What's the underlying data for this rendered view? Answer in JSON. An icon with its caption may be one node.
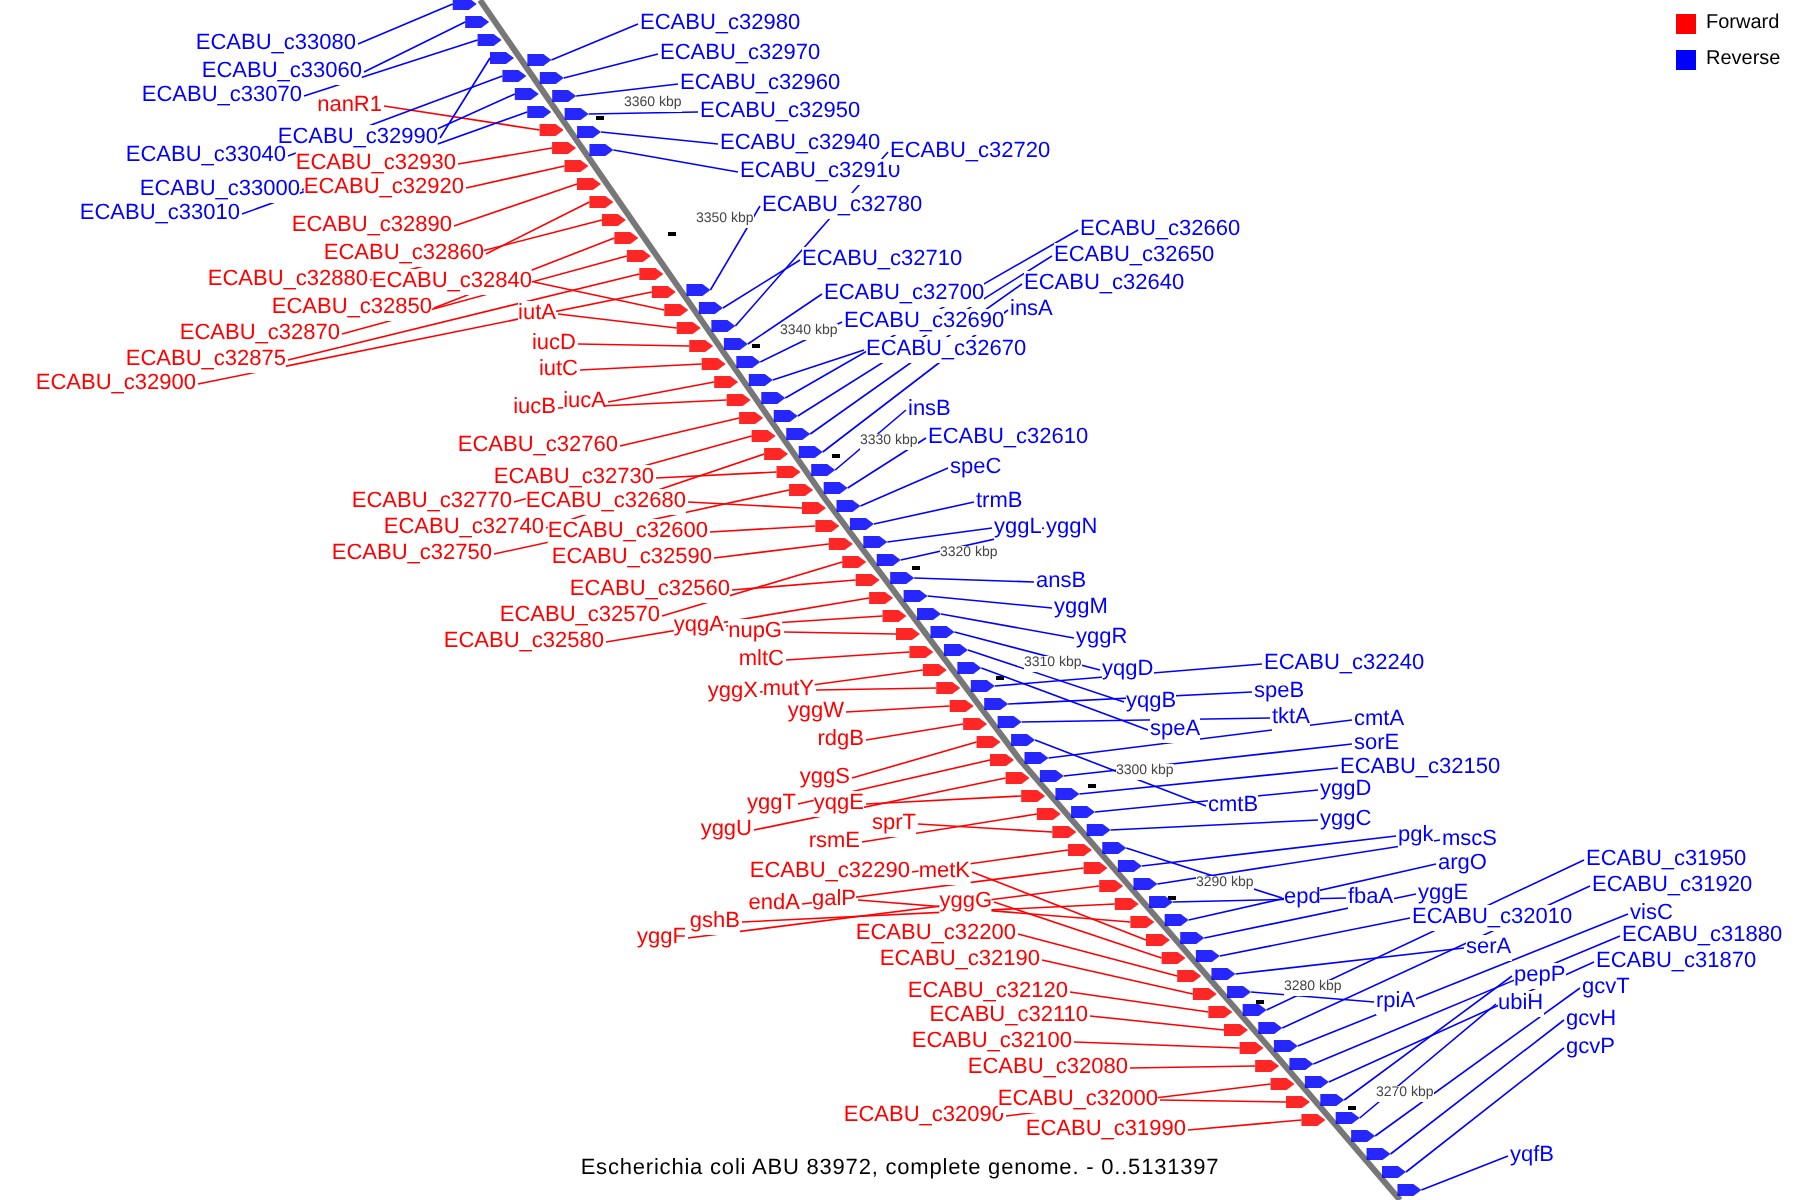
{
  "diagram": {
    "caption": "Escherichia coli ABU 83972, complete genome. - 0..5131397",
    "nodes": [
      {
        "text": [
          "ECABU_c33080"
        ]
      },
      {
        "text": [
          "ECABU_c33060"
        ]
      },
      {
        "text": [
          "ECABU_c33070"
        ]
      },
      {
        "text": [
          "nanR1"
        ]
      },
      {
        "text": [
          "ECABU_c32990"
        ]
      },
      {
        "text": [
          "ECABU_c33040"
        ]
      },
      {
        "text": [
          "ECABU_c32930"
        ]
      },
      {
        "text": [
          "ECABU_c33000"
        ]
      },
      {
        "text": [
          "ECABU_c32920"
        ]
      },
      {
        "text": [
          "ECABU_c33010"
        ]
      },
      {
        "text": [
          "ECABU_c32890"
        ]
      },
      {
        "text": [
          "ECABU_c32860"
        ]
      },
      {
        "text": [
          "ECABU_c32880"
        ]
      },
      {
        "text": [
          "ECABU_c32840"
        ]
      },
      {
        "text": [
          "ECABU_c32850"
        ]
      },
      {
        "text": [
          "ECABU_c32870"
        ]
      },
      {
        "text": [
          "ECABU_c32875"
        ]
      },
      {
        "text": [
          "ECABU_c32900"
        ]
      },
      {
        "text": [
          "iutA"
        ]
      },
      {
        "text": [
          "iucD"
        ]
      },
      {
        "text": [
          "iutC"
        ]
      },
      {
        "text": [
          "iucB"
        ]
      },
      {
        "text": [
          "iucA"
        ]
      },
      {
        "text": [
          "ECABU_c32760"
        ]
      },
      {
        "text": [
          "ECABU_c32730"
        ]
      },
      {
        "text": [
          "ECABU_c32770"
        ]
      },
      {
        "text": [
          "ECABU_c32680"
        ]
      },
      {
        "text": [
          "ECABU_c32740"
        ]
      },
      {
        "text": [
          "ECABU_c32750"
        ]
      },
      {
        "text": [
          "ECABU_c32600"
        ]
      },
      {
        "text": [
          "ECABU_c32590"
        ]
      },
      {
        "text": [
          "ECABU_c32560"
        ]
      },
      {
        "text": [
          "ECABU_c32570"
        ]
      },
      {
        "text": [
          "ECABU_c32580"
        ]
      },
      {
        "text": [
          "yqgA"
        ]
      },
      {
        "text": [
          "nupG"
        ]
      },
      {
        "text": [
          "mltC"
        ]
      },
      {
        "text": [
          "yggX"
        ]
      },
      {
        "text": [
          "mutY"
        ]
      },
      {
        "text": [
          "yggW"
        ]
      },
      {
        "text": [
          "rdgB"
        ]
      },
      {
        "text": [
          "yggS"
        ]
      },
      {
        "text": [
          "yggT"
        ]
      },
      {
        "text": [
          "yqgE"
        ]
      },
      {
        "text": [
          "yggU"
        ]
      },
      {
        "text": [
          "rsmE"
        ]
      },
      {
        "text": [
          "sprT"
        ]
      },
      {
        "text": [
          "ECABU_c32290"
        ]
      },
      {
        "text": [
          "metK"
        ]
      },
      {
        "text": [
          "endA"
        ]
      },
      {
        "text": [
          "galP"
        ]
      },
      {
        "text": [
          "gshB"
        ]
      },
      {
        "text": [
          "yggF"
        ]
      },
      {
        "text": [
          "yggG"
        ]
      },
      {
        "text": [
          "ECABU_c32200"
        ]
      },
      {
        "text": [
          "ECABU_c32190"
        ]
      },
      {
        "text": [
          "ECABU_c32120"
        ]
      },
      {
        "text": [
          "ECABU_c32110"
        ]
      },
      {
        "text": [
          "ECABU_c32100"
        ]
      },
      {
        "text": [
          "ECABU_c32080"
        ]
      },
      {
        "text": [
          "ECABU_c32090"
        ]
      },
      {
        "text": [
          "ECABU_c32000"
        ]
      },
      {
        "text": [
          "ECABU_c31990"
        ]
      },
      {
        "text": [
          "ECABU_c32980"
        ]
      },
      {
        "text": [
          "ECABU_c32970"
        ]
      },
      {
        "text": [
          "ECABU_c32960"
        ]
      },
      {
        "text": [
          "ECABU_c32950"
        ]
      },
      {
        "text": [
          "ECABU_c32940"
        ]
      },
      {
        "text": [
          "ECABU_c32910"
        ]
      },
      {
        "text": [
          "ECABU_c32720"
        ]
      },
      {
        "text": [
          "ECABU_c32780"
        ]
      },
      {
        "text": [
          "ECABU_c32710"
        ]
      },
      {
        "text": [
          "ECABU_c32700"
        ]
      },
      {
        "text": [
          "ECABU_c32690"
        ]
      },
      {
        "text": [
          "ECABU_c32670"
        ]
      },
      {
        "text": [
          "ECABU_c32660"
        ]
      },
      {
        "text": [
          "ECABU_c32650"
        ]
      },
      {
        "text": [
          "ECABU_c32640"
        ]
      },
      {
        "text": [
          "insA"
        ]
      },
      {
        "text": [
          "insB"
        ]
      },
      {
        "text": [
          "ECABU_c32610"
        ]
      },
      {
        "text": [
          "speC"
        ]
      },
      {
        "text": [
          "trmB"
        ]
      },
      {
        "text": [
          "yggL"
        ]
      },
      {
        "text": [
          "yggN"
        ]
      },
      {
        "text": [
          "ansB"
        ]
      },
      {
        "text": [
          "yggM"
        ]
      },
      {
        "text": [
          "yggR"
        ]
      },
      {
        "text": [
          "yqgD"
        ]
      },
      {
        "text": [
          "yqgB"
        ]
      },
      {
        "text": [
          "speA"
        ]
      },
      {
        "text": [
          "ECABU_c32240"
        ]
      },
      {
        "text": [
          "speB"
        ]
      },
      {
        "text": [
          "tktA"
        ]
      },
      {
        "text": [
          "cmtA"
        ]
      },
      {
        "text": [
          "sorE"
        ]
      },
      {
        "text": [
          "ECABU_c32150"
        ]
      },
      {
        "text": [
          "yggD"
        ]
      },
      {
        "text": [
          "yggC"
        ]
      },
      {
        "text": [
          "cmtB"
        ]
      },
      {
        "text": [
          "pgk"
        ]
      },
      {
        "text": [
          "mscS"
        ]
      },
      {
        "text": [
          "argO"
        ]
      },
      {
        "text": [
          "yggE"
        ]
      },
      {
        "text": [
          "ECABU_c32010"
        ]
      },
      {
        "text": [
          "epd"
        ]
      },
      {
        "text": [
          "fbaA"
        ]
      },
      {
        "text": [
          "serA"
        ]
      },
      {
        "text": [
          "rpiA"
        ]
      },
      {
        "text": [
          "ECABU_c31950"
        ]
      },
      {
        "text": [
          "ECABU_c31920"
        ]
      },
      {
        "text": [
          "visC"
        ]
      },
      {
        "text": [
          "ECABU_c31880"
        ]
      },
      {
        "text": [
          "ECABU_c31870"
        ]
      },
      {
        "text": [
          "pepP"
        ]
      },
      {
        "text": [
          "ubiH"
        ]
      },
      {
        "text": [
          "gcvT"
        ]
      },
      {
        "text": [
          "gcvH"
        ]
      },
      {
        "text": [
          "gcvP"
        ]
      },
      {
        "text": [
          "yqfB"
        ]
      },
      {
        "text": [],
        "shape": "arrow"
      },
      {
        "text": [],
        "shape": "arrow"
      },
      {
        "text": [],
        "shape": "arrow"
      },
      {
        "text": [],
        "shape": "arrow"
      },
      {
        "text": [],
        "shape": "arrow"
      },
      {
        "text": [],
        "shape": "arrow"
      },
      {
        "text": [],
        "shape": "arrow"
      },
      {
        "text": [],
        "shape": "arrow"
      },
      {
        "text": [],
        "shape": "arrow"
      },
      {
        "text": [],
        "shape": "arrow"
      },
      {
        "text": [],
        "shape": "arrow"
      },
      {
        "text": [],
        "shape": "arrow"
      },
      {
        "text": [],
        "shape": "arrow"
      },
      {
        "text": [],
        "shape": "arrow"
      },
      {
        "text": [],
        "shape": "arrow"
      },
      {
        "text": [],
        "shape": "arrow"
      },
      {
        "text": [],
        "shape": "arrow"
      },
      {
        "text": [],
        "shape": "arrow"
      },
      {
        "text": [],
        "shape": "arrow"
      },
      {
        "text": [],
        "shape": "arrow"
      },
      {
        "text": [],
        "shape": "arrow"
      },
      {
        "text": [],
        "shape": "arrow"
      },
      {
        "text": [],
        "shape": "arrow"
      },
      {
        "text": [],
        "shape": "arrow"
      },
      {
        "text": [],
        "shape": "arrow"
      },
      {
        "text": [],
        "shape": "arrow"
      },
      {
        "text": [],
        "shape": "arrow"
      },
      {
        "text": [],
        "shape": "arrow"
      },
      {
        "text": [],
        "shape": "arrow"
      },
      {
        "text": [],
        "shape": "arrow"
      },
      {
        "text": [],
        "shape": "arrow"
      },
      {
        "text": [],
        "shape": "arrow"
      },
      {
        "text": [],
        "shape": "arrow"
      },
      {
        "text": [],
        "shape": "arrow"
      },
      {
        "text": [],
        "shape": "arrow"
      },
      {
        "text": [],
        "shape": "arrow"
      },
      {
        "text": [],
        "shape": "arrow"
      },
      {
        "text": [],
        "shape": "arrow"
      },
      {
        "text": [],
        "shape": "arrow"
      },
      {
        "text": [],
        "shape": "arrow"
      },
      {
        "text": [],
        "shape": "arrow"
      },
      {
        "text": [],
        "shape": "arrow"
      },
      {
        "text": [],
        "shape": "arrow"
      },
      {
        "text": [],
        "shape": "arrow"
      },
      {
        "text": [],
        "shape": "arrow"
      },
      {
        "text": [],
        "shape": "arrow"
      },
      {
        "text": [],
        "shape": "arrow"
      },
      {
        "text": [],
        "shape": "arrow"
      },
      {
        "text": [],
        "shape": "arrow"
      },
      {
        "text": [],
        "shape": "arrow"
      },
      {
        "text": [],
        "shape": "arrow"
      },
      {
        "text": [],
        "shape": "arrow"
      },
      {
        "text": [],
        "shape": "arrow"
      },
      {
        "text": [],
        "shape": "arrow"
      },
      {
        "text": [],
        "shape": "arrow"
      },
      {
        "text": [],
        "shape": "arrow"
      },
      {
        "text": [],
        "shape": "arrow"
      },
      {
        "text": [],
        "shape": "arrow"
      },
      {
        "text": [],
        "shape": "arrow"
      },
      {
        "text": [],
        "shape": "arrow"
      },
      {
        "text": [],
        "shape": "arrow"
      },
      {
        "text": [],
        "shape": "arrow"
      },
      {
        "text": [],
        "shape": "arrow"
      },
      {
        "text": [],
        "shape": "arrow"
      },
      {
        "text": [],
        "shape": "arrow"
      },
      {
        "text": [],
        "shape": "arrow"
      },
      {
        "text": [],
        "shape": "arrow"
      },
      {
        "text": [],
        "shape": "arrow"
      },
      {
        "text": [],
        "shape": "arrow"
      },
      {
        "text": [],
        "shape": "arrow"
      },
      {
        "text": [],
        "shape": "arrow"
      },
      {
        "text": [],
        "shape": "arrow"
      },
      {
        "text": [],
        "shape": "arrow"
      },
      {
        "text": [],
        "shape": "arrow"
      },
      {
        "text": [],
        "shape": "arrow"
      },
      {
        "text": [],
        "shape": "arrow"
      },
      {
        "text": [],
        "shape": "arrow"
      },
      {
        "text": [],
        "shape": "arrow"
      },
      {
        "text": [],
        "shape": "arrow"
      },
      {
        "text": [],
        "shape": "arrow"
      },
      {
        "text": [],
        "shape": "arrow"
      },
      {
        "text": [],
        "shape": "arrow"
      },
      {
        "text": [],
        "shape": "arrow"
      },
      {
        "text": [],
        "shape": "arrow"
      },
      {
        "text": [],
        "shape": "arrow"
      },
      {
        "text": [],
        "shape": "arrow"
      },
      {
        "text": [],
        "shape": "arrow"
      },
      {
        "text": [],
        "shape": "arrow"
      },
      {
        "text": [],
        "shape": "arrow"
      },
      {
        "text": [],
        "shape": "arrow"
      },
      {
        "text": [],
        "shape": "arrow"
      },
      {
        "text": [],
        "shape": "arrow"
      },
      {
        "text": [],
        "shape": "arrow"
      },
      {
        "text": [],
        "shape": "arrow"
      },
      {
        "text": [],
        "shape": "arrow"
      },
      {
        "text": [],
        "shape": "arrow"
      },
      {
        "text": [],
        "shape": "arrow"
      },
      {
        "text": [],
        "shape": "arrow"
      },
      {
        "text": [],
        "shape": "arrow"
      },
      {
        "text": [],
        "shape": "arrow"
      },
      {
        "text": [],
        "shape": "arrow"
      },
      {
        "text": [],
        "shape": "arrow"
      },
      {
        "text": [],
        "shape": "arrow"
      },
      {
        "text": [],
        "shape": "arrow"
      },
      {
        "text": [],
        "shape": "arrow"
      },
      {
        "text": [],
        "shape": "arrow"
      },
      {
        "text": [],
        "shape": "arrow"
      },
      {
        "text": [],
        "shape": "arrow"
      },
      {
        "text": [],
        "shape": "arrow"
      },
      {
        "text": [],
        "shape": "arrow"
      },
      {
        "text": [],
        "shape": "arrow"
      },
      {
        "text": [],
        "shape": "arrow"
      },
      {
        "text": [],
        "shape": "arrow"
      },
      {
        "text": [],
        "shape": "arrow"
      },
      {
        "text": [],
        "shape": "arrow"
      },
      {
        "text": [],
        "shape": "arrow"
      },
      {
        "text": [],
        "shape": "arrow"
      },
      {
        "text": [],
        "shape": "arrow"
      },
      {
        "text": [],
        "shape": "arrow"
      },
      {
        "text": [],
        "shape": "arrow"
      }
    ],
    "edges": [
      {
        "from": 0,
        "to": 120,
        "arrow": "none"
      },
      {
        "from": 1,
        "to": 121,
        "arrow": "none"
      },
      {
        "from": 2,
        "to": 122,
        "arrow": "none"
      },
      {
        "from": 3,
        "to": 123,
        "arrow": "none",
        "color": "#ff0000"
      },
      {
        "from": 4,
        "to": 124,
        "arrow": "none"
      },
      {
        "from": 5,
        "to": 125,
        "arrow": "none"
      },
      {
        "from": 6,
        "to": 126,
        "arrow": "none",
        "color": "#ff0000"
      },
      {
        "from": 7,
        "to": 127,
        "arrow": "none"
      },
      {
        "from": 8,
        "to": 128,
        "arrow": "none",
        "color": "#ff0000"
      },
      {
        "from": 9,
        "to": 129,
        "arrow": "none"
      },
      {
        "from": 10,
        "to": 130,
        "arrow": "none",
        "color": "#ff0000"
      },
      {
        "from": 11,
        "to": 131,
        "arrow": "none",
        "color": "#ff0000"
      },
      {
        "from": 12,
        "to": 132,
        "arrow": "none",
        "color": "#ff0000"
      },
      {
        "from": 13,
        "to": 133,
        "arrow": "none",
        "color": "#ff0000"
      },
      {
        "from": 14,
        "to": 134,
        "arrow": "none",
        "color": "#ff0000"
      },
      {
        "from": 15,
        "to": 135,
        "arrow": "none",
        "color": "#ff0000"
      },
      {
        "from": 16,
        "to": 136,
        "arrow": "none",
        "color": "#ff0000"
      },
      {
        "from": 17,
        "to": 137,
        "arrow": "none",
        "color": "#ff0000"
      },
      {
        "from": 18,
        "to": 138,
        "arrow": "none",
        "color": "#ff0000"
      },
      {
        "from": 19,
        "to": 139,
        "arrow": "none",
        "color": "#ff0000"
      },
      {
        "from": 20,
        "to": 140,
        "arrow": "none",
        "color": "#ff0000"
      },
      {
        "from": 21,
        "to": 141,
        "arrow": "none",
        "color": "#ff0000"
      },
      {
        "from": 22,
        "to": 142,
        "arrow": "none",
        "color": "#ff0000"
      },
      {
        "from": 23,
        "to": 143,
        "arrow": "none",
        "color": "#ff0000"
      },
      {
        "from": 24,
        "to": 144,
        "arrow": "none",
        "color": "#ff0000"
      },
      {
        "from": 25,
        "to": 145,
        "arrow": "none",
        "color": "#ff0000"
      },
      {
        "from": 26,
        "to": 146,
        "arrow": "none",
        "color": "#ff0000"
      },
      {
        "from": 27,
        "to": 147,
        "arrow": "none",
        "color": "#ff0000"
      },
      {
        "from": 28,
        "to": 148,
        "arrow": "none",
        "color": "#ff0000"
      },
      {
        "from": 29,
        "to": 149,
        "arrow": "none",
        "color": "#ff0000"
      },
      {
        "from": 30,
        "to": 150,
        "arrow": "none",
        "color": "#ff0000"
      },
      {
        "from": 31,
        "to": 151,
        "arrow": "none",
        "color": "#ff0000"
      },
      {
        "from": 32,
        "to": 152,
        "arrow": "none",
        "color": "#ff0000"
      },
      {
        "from": 33,
        "to": 153,
        "arrow": "none",
        "color": "#ff0000"
      },
      {
        "from": 34,
        "to": 154,
        "arrow": "none",
        "color": "#ff0000"
      },
      {
        "from": 35,
        "to": 155,
        "arrow": "none",
        "color": "#ff0000"
      },
      {
        "from": 36,
        "to": 156,
        "arrow": "none",
        "color": "#ff0000"
      },
      {
        "from": 37,
        "to": 157,
        "arrow": "none",
        "color": "#ff0000"
      },
      {
        "from": 38,
        "to": 158,
        "arrow": "none",
        "color": "#ff0000"
      },
      {
        "from": 39,
        "to": 159,
        "arrow": "none",
        "color": "#ff0000"
      },
      {
        "from": 40,
        "to": 160,
        "arrow": "none",
        "color": "#ff0000"
      },
      {
        "from": 41,
        "to": 161,
        "arrow": "none",
        "color": "#ff0000"
      },
      {
        "from": 42,
        "to": 162,
        "arrow": "none",
        "color": "#ff0000"
      },
      {
        "from": 43,
        "to": 163,
        "arrow": "none",
        "color": "#ff0000"
      },
      {
        "from": 44,
        "to": 164,
        "arrow": "none",
        "color": "#ff0000"
      },
      {
        "from": 45,
        "to": 165,
        "arrow": "none",
        "color": "#ff0000"
      },
      {
        "from": 46,
        "to": 166,
        "arrow": "none",
        "color": "#ff0000"
      },
      {
        "from": 47,
        "to": 167,
        "arrow": "none",
        "color": "#ff0000"
      },
      {
        "from": 48,
        "to": 168,
        "arrow": "none",
        "color": "#ff0000"
      },
      {
        "from": 49,
        "to": 169,
        "arrow": "none",
        "color": "#ff0000"
      },
      {
        "from": 50,
        "to": 170,
        "arrow": "none",
        "color": "#ff0000"
      },
      {
        "from": 51,
        "to": 171,
        "arrow": "none",
        "color": "#ff0000"
      },
      {
        "from": 52,
        "to": 172,
        "arrow": "none",
        "color": "#ff0000"
      },
      {
        "from": 53,
        "to": 173,
        "arrow": "none",
        "color": "#ff0000"
      },
      {
        "from": 54,
        "to": 174,
        "arrow": "none",
        "color": "#ff0000"
      },
      {
        "from": 55,
        "to": 175,
        "arrow": "none",
        "color": "#ff0000"
      },
      {
        "from": 56,
        "to": 176,
        "arrow": "none",
        "color": "#ff0000"
      },
      {
        "from": 57,
        "to": 177,
        "arrow": "none",
        "color": "#ff0000"
      },
      {
        "from": 58,
        "to": 178,
        "arrow": "none",
        "color": "#ff0000"
      },
      {
        "from": 59,
        "to": 179,
        "arrow": "none",
        "color": "#ff0000"
      },
      {
        "from": 60,
        "to": 180,
        "arrow": "none",
        "color": "#ff0000"
      },
      {
        "from": 61,
        "to": 181,
        "arrow": "none",
        "color": "#ff0000"
      },
      {
        "from": 62,
        "to": 182,
        "arrow": "none",
        "color": "#ff0000"
      },
      {
        "from": 63,
        "to": 183,
        "arrow": "none"
      },
      {
        "from": 64,
        "to": 184,
        "arrow": "none"
      },
      {
        "from": 65,
        "to": 185,
        "arrow": "none"
      },
      {
        "from": 66,
        "to": 186,
        "arrow": "none"
      },
      {
        "from": 67,
        "to": 187,
        "arrow": "none"
      },
      {
        "from": 68,
        "to": 188,
        "arrow": "none"
      },
      {
        "from": 69,
        "to": 189,
        "arrow": "none"
      },
      {
        "from": 70,
        "to": 190,
        "arrow": "none"
      },
      {
        "from": 71,
        "to": 191,
        "arrow": "none"
      },
      {
        "from": 72,
        "to": 192,
        "arrow": "none"
      },
      {
        "from": 73,
        "to": 193,
        "arrow": "none"
      },
      {
        "from": 74,
        "to": 194,
        "arrow": "none"
      },
      {
        "from": 75,
        "to": 195,
        "arrow": "none"
      },
      {
        "from": 76,
        "to": 196,
        "arrow": "none"
      },
      {
        "from": 77,
        "to": 197,
        "arrow": "none"
      },
      {
        "from": 78,
        "to": 198,
        "arrow": "none"
      },
      {
        "from": 79,
        "to": 199,
        "arrow": "none"
      },
      {
        "from": 80,
        "to": 200,
        "arrow": "none"
      },
      {
        "from": 81,
        "to": 201,
        "arrow": "none"
      },
      {
        "from": 82,
        "to": 202,
        "arrow": "none"
      },
      {
        "from": 83,
        "to": 203,
        "arrow": "none"
      },
      {
        "from": 84,
        "to": 204,
        "arrow": "none"
      },
      {
        "from": 85,
        "to": 205,
        "arrow": "none"
      },
      {
        "from": 86,
        "to": 206,
        "arrow": "none"
      },
      {
        "from": 87,
        "to": 207,
        "arrow": "none"
      },
      {
        "from": 88,
        "to": 208,
        "arrow": "none"
      },
      {
        "from": 89,
        "to": 209,
        "arrow": "none"
      },
      {
        "from": 90,
        "to": 210,
        "arrow": "none"
      },
      {
        "from": 91,
        "to": 211,
        "arrow": "none"
      },
      {
        "from": 92,
        "to": 212,
        "arrow": "none"
      },
      {
        "from": 93,
        "to": 213,
        "arrow": "none"
      },
      {
        "from": 94,
        "to": 214,
        "arrow": "none"
      },
      {
        "from": 95,
        "to": 215,
        "arrow": "none"
      },
      {
        "from": 96,
        "to": 216,
        "arrow": "none"
      },
      {
        "from": 97,
        "to": 217,
        "arrow": "none"
      },
      {
        "from": 98,
        "to": 218,
        "arrow": "none"
      },
      {
        "from": 99,
        "to": 219,
        "arrow": "none"
      },
      {
        "from": 100,
        "to": 220,
        "arrow": "none"
      },
      {
        "from": 101,
        "to": 221,
        "arrow": "none"
      },
      {
        "from": 102,
        "to": 222,
        "arrow": "none"
      },
      {
        "from": 103,
        "to": 223,
        "arrow": "none"
      },
      {
        "from": 104,
        "to": 224,
        "arrow": "none"
      },
      {
        "from": 105,
        "to": 225,
        "arrow": "none"
      },
      {
        "from": 106,
        "to": 226,
        "arrow": "none"
      },
      {
        "from": 107,
        "to": 227,
        "arrow": "none"
      },
      {
        "from": 108,
        "to": 228,
        "arrow": "none"
      },
      {
        "from": 109,
        "to": 229,
        "arrow": "none"
      },
      {
        "from": 110,
        "to": 230,
        "arrow": "none"
      },
      {
        "from": 111,
        "to": 231,
        "arrow": "none"
      },
      {
        "from": 112,
        "to": 232,
        "arrow": "none"
      },
      {
        "from": 113,
        "to": 233,
        "arrow": "none"
      },
      {
        "from": 114,
        "to": 234,
        "arrow": "none"
      },
      {
        "from": 115,
        "to": 235,
        "arrow": "none"
      },
      {
        "from": 116,
        "to": 236,
        "arrow": "none"
      },
      {
        "from": 117,
        "to": 237,
        "arrow": "none"
      },
      {
        "from": 118,
        "to": 238,
        "arrow": "none"
      },
      {
        "from": 119,
        "to": 239,
        "arrow": "none"
      }
    ],
    "labels": [
      "3360 kbp",
      "3350 kbp",
      "3340 kbp",
      "3330 kbp",
      "3320 kbp",
      "3310 kbp",
      "3300 kbp",
      "3290 kbp",
      "3280 kbp",
      "3270 kbp"
    ],
    "legend": [
      {
        "text": "Forward",
        "color": "#ff0000"
      },
      {
        "text": "Reverse",
        "color": "#0000ff"
      }
    ]
  }
}
